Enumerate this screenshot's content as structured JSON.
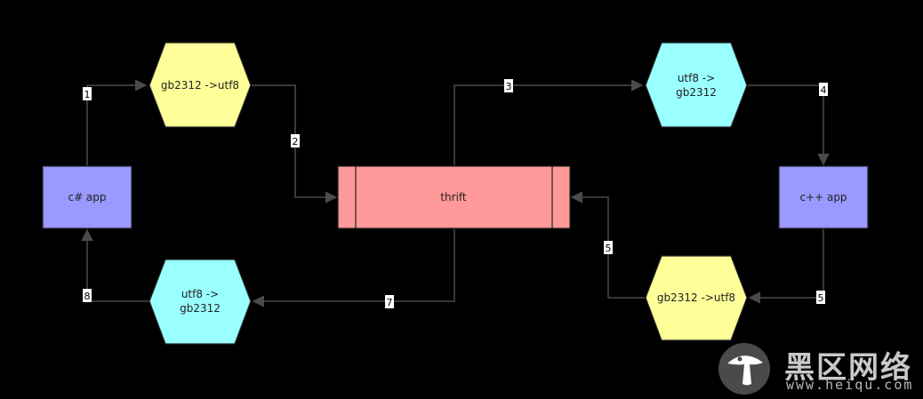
{
  "nodes": {
    "csharp_app": "c# app",
    "cpp_app": "c++ app",
    "thrift": "thrift",
    "hex_top_left": "gb2312 ->utf8",
    "hex_top_right": [
      "utf8 ->",
      "gb2312"
    ],
    "hex_bottom_left": [
      "utf8 ->",
      "gb2312"
    ],
    "hex_bottom_right": "gb2312 ->utf8"
  },
  "edges": {
    "e1": "1",
    "e2": "2",
    "e3": "3",
    "e4": "4",
    "e5a": "5",
    "e5b": "5",
    "e7": "7",
    "e8": "8"
  },
  "colors": {
    "app_fill": "#9999ff",
    "thrift_fill": "#ff9999",
    "yellow_hex": "#ffff99",
    "cyan_hex": "#99ffff",
    "edge": "#4a4a4a"
  },
  "watermark": {
    "title": "黑区网络",
    "url": "www.heiqu.com",
    "logo_icon": "mushroom-logo-icon"
  }
}
